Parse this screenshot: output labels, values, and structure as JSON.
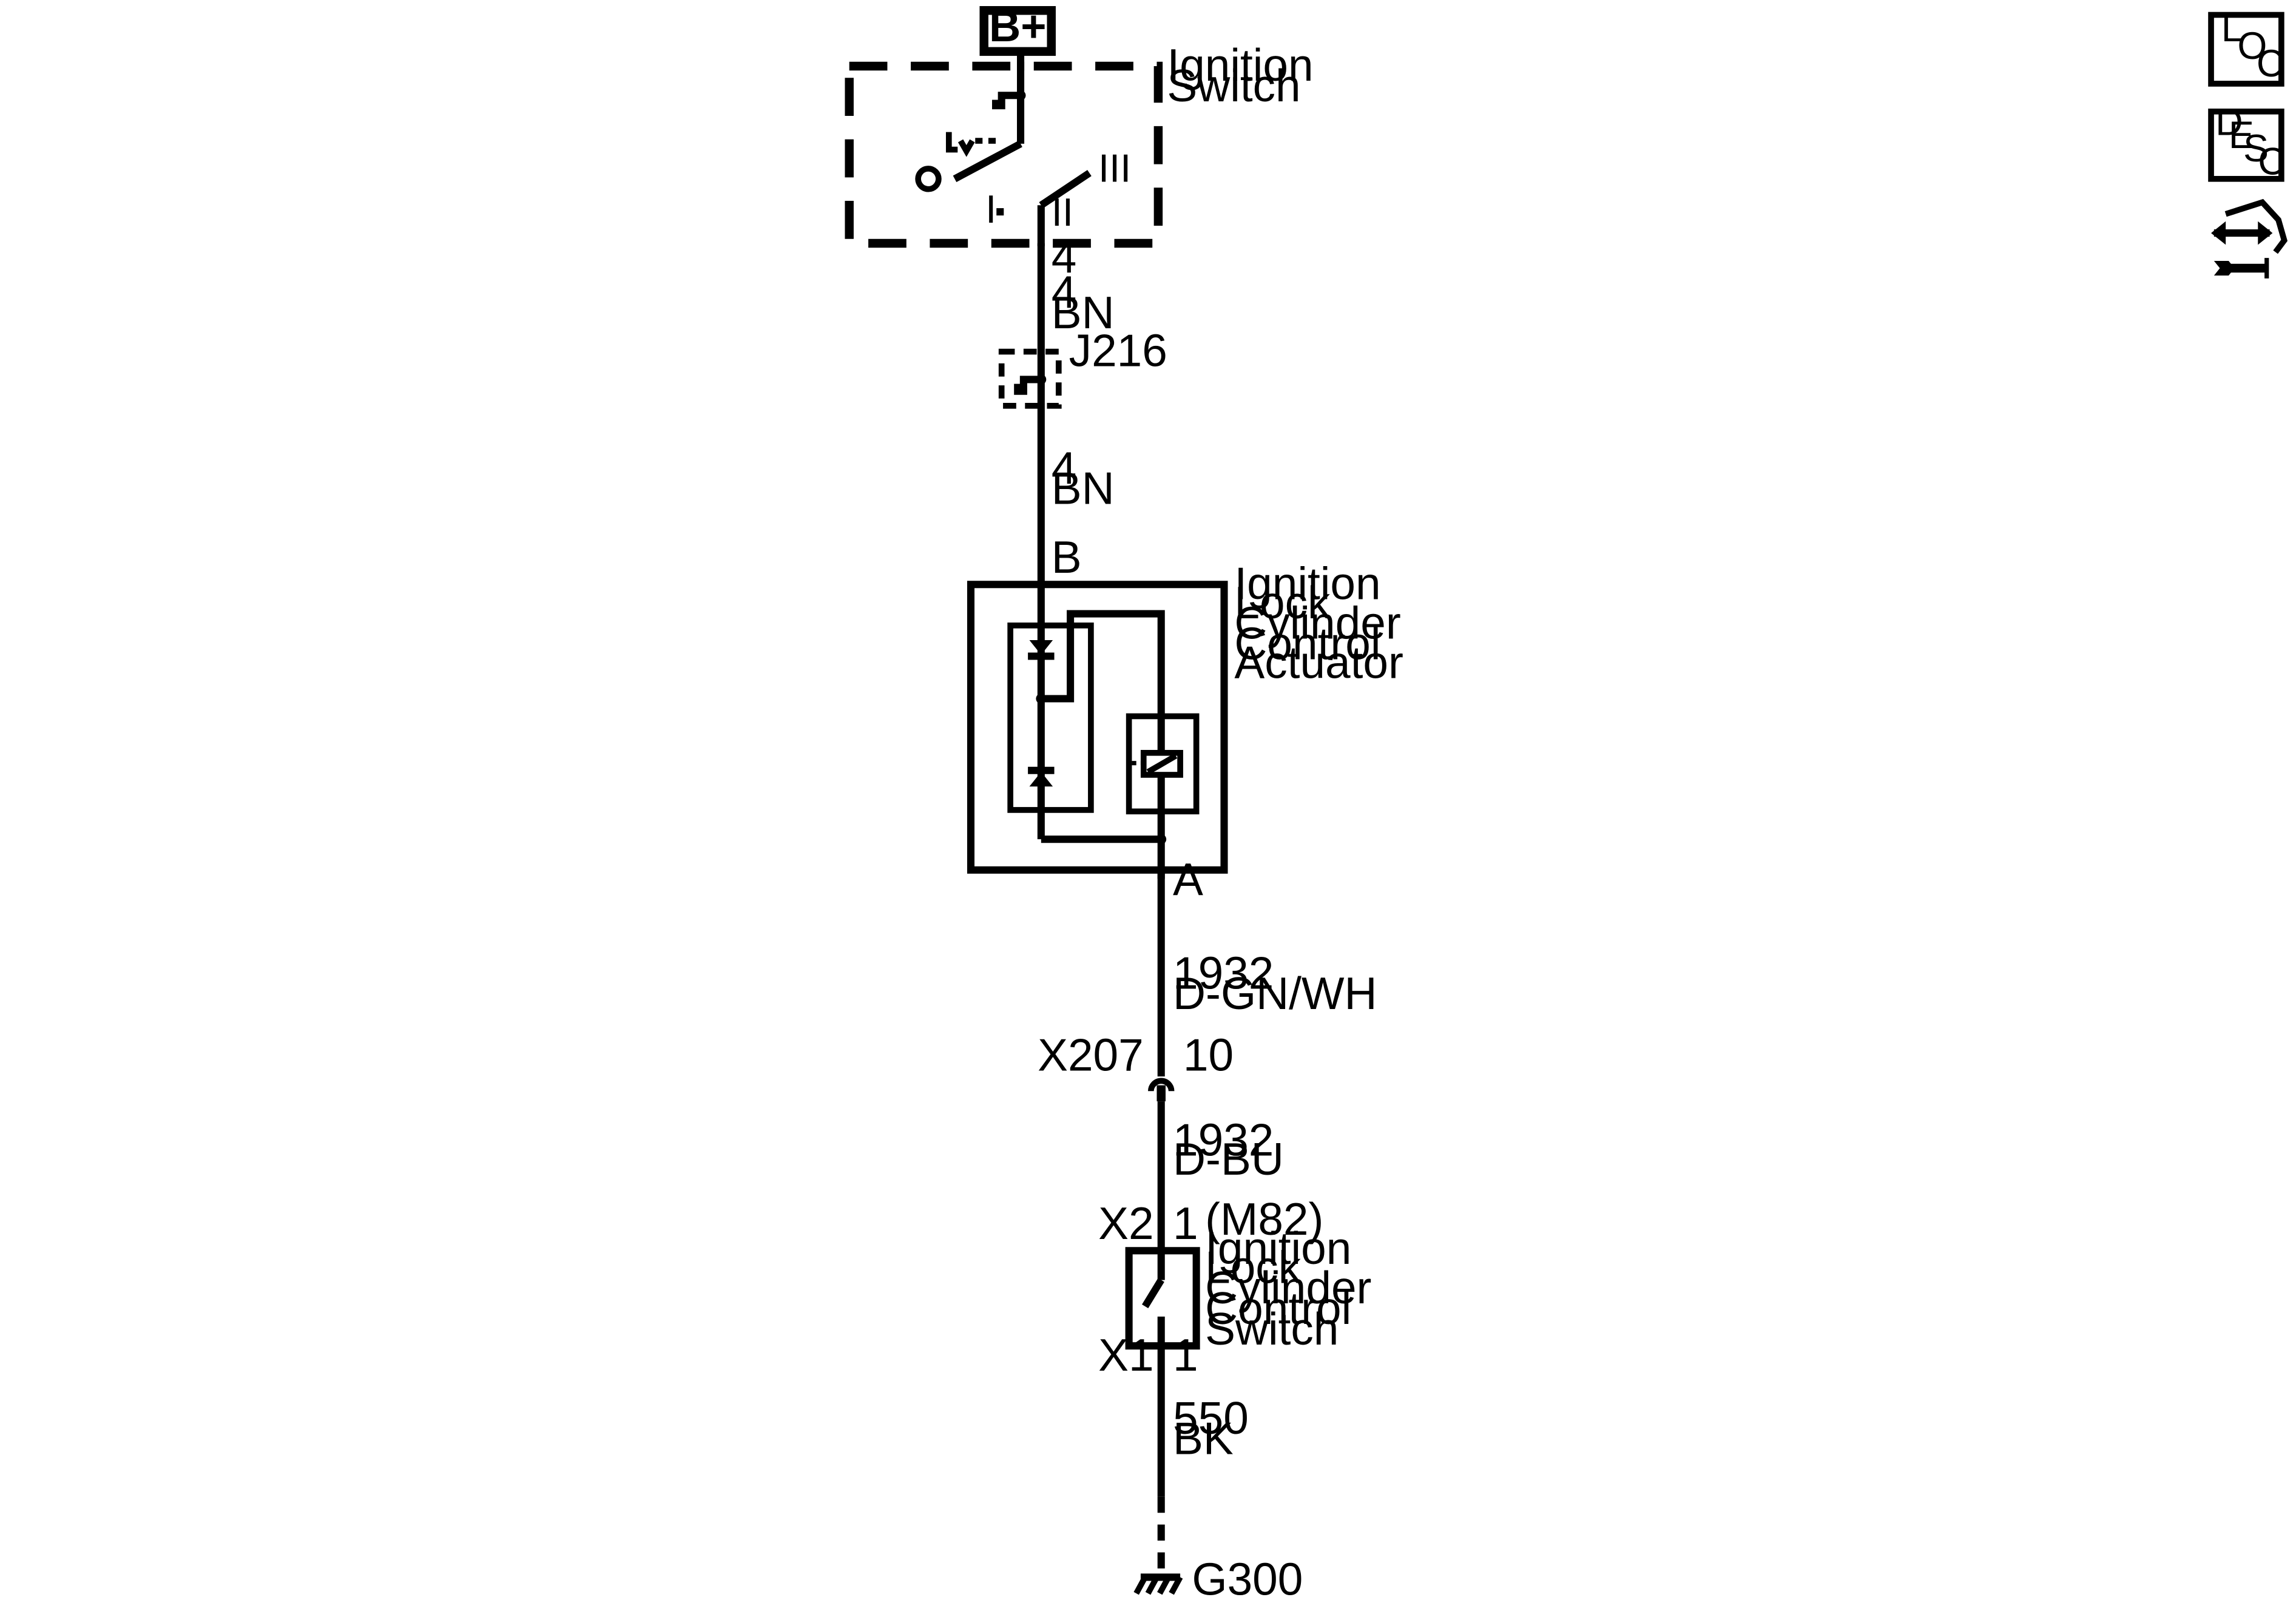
{
  "power": {
    "label": "B+"
  },
  "ignition_switch": {
    "name_line1": "Ignition",
    "name_line2": "Switch",
    "pos_i": "I",
    "pos_ii": "II",
    "pos_iii": "III",
    "pin": "4"
  },
  "wire_a": {
    "circuit": "4",
    "color": "BN"
  },
  "splice": {
    "id": "J216"
  },
  "wire_b": {
    "circuit": "4",
    "color": "BN"
  },
  "actuator": {
    "pin_top": "B",
    "pin_bottom": "A",
    "name_lines": [
      "Ignition",
      "Lock",
      "Cylinder",
      "Control",
      "Actuator"
    ]
  },
  "wire_c": {
    "circuit": "1932",
    "color": "D-GN/WH"
  },
  "connector": {
    "id": "X207",
    "pin": "10"
  },
  "wire_d": {
    "circuit": "1932",
    "color": "D-BU"
  },
  "control_switch": {
    "conn_top": "X2",
    "pin_top": "1",
    "option": "(M82)",
    "name_lines": [
      "Ignition",
      "Lock",
      "Cylinder",
      "Control",
      "Switch"
    ],
    "conn_bottom": "X1",
    "pin_bottom": "1"
  },
  "wire_e": {
    "circuit": "550",
    "color": "BK"
  },
  "ground": {
    "id": "G300"
  },
  "side_icons": {
    "loc": {
      "l1": "L",
      "l2": "O",
      "l3": "C",
      "icon": "location-icon"
    },
    "desc": {
      "l1": "D",
      "l2": "E",
      "l3": "S",
      "l4": "C",
      "icon": "description-icon"
    },
    "service": {
      "icon": "connector-service-icon"
    }
  }
}
